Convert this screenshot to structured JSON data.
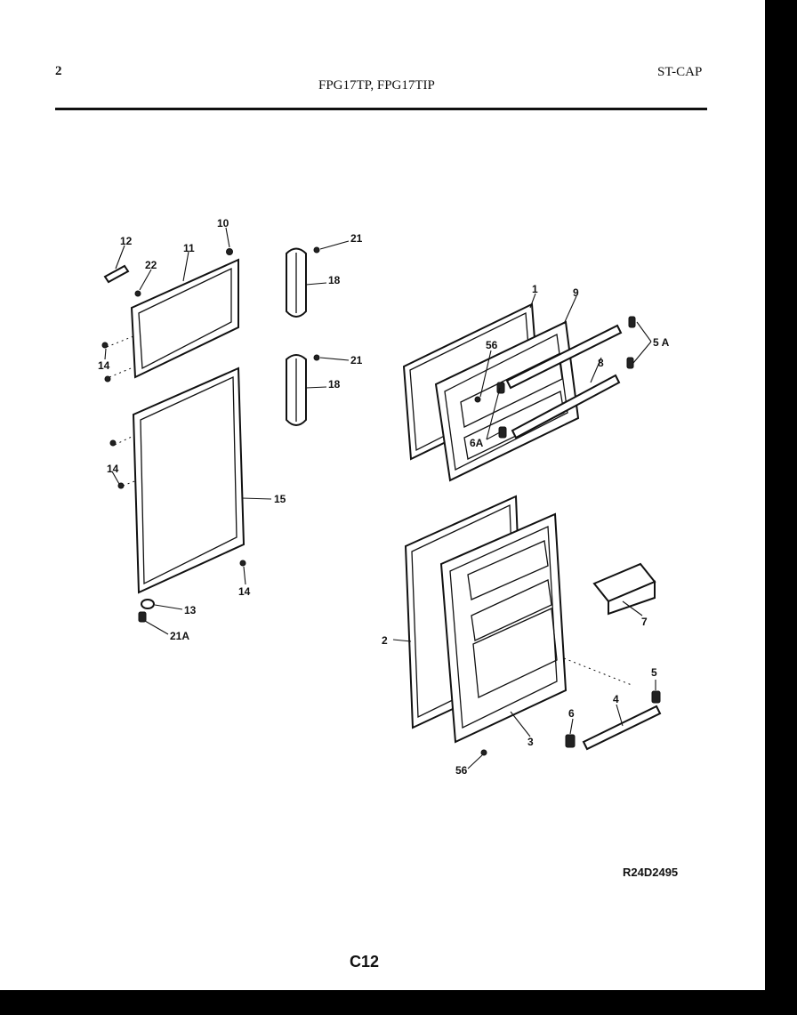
{
  "header": {
    "page_number": "2",
    "model_numbers": "FPG17TP, FPG17TIP",
    "section_code": "ST-CAP"
  },
  "diagram": {
    "callouts": {
      "c12": "12",
      "c22": "22",
      "c11": "11",
      "c10": "10",
      "c21_top": "21",
      "c18_top": "18",
      "c21_mid": "21",
      "c18_mid": "18",
      "c14_a": "14",
      "c14_b": "14",
      "c15": "15",
      "c14_c": "14",
      "c13": "13",
      "c21A": "21A",
      "c1": "1",
      "c9": "9",
      "c5A": "5 A",
      "c56_top": "56",
      "c8": "8",
      "c6A": "6A",
      "c2": "2",
      "c7": "7",
      "c5": "5",
      "c6": "6",
      "c4": "4",
      "c3": "3",
      "c56_bot": "56"
    },
    "drawing_code": "R24D2495"
  },
  "footer": {
    "page_code": "C12"
  }
}
